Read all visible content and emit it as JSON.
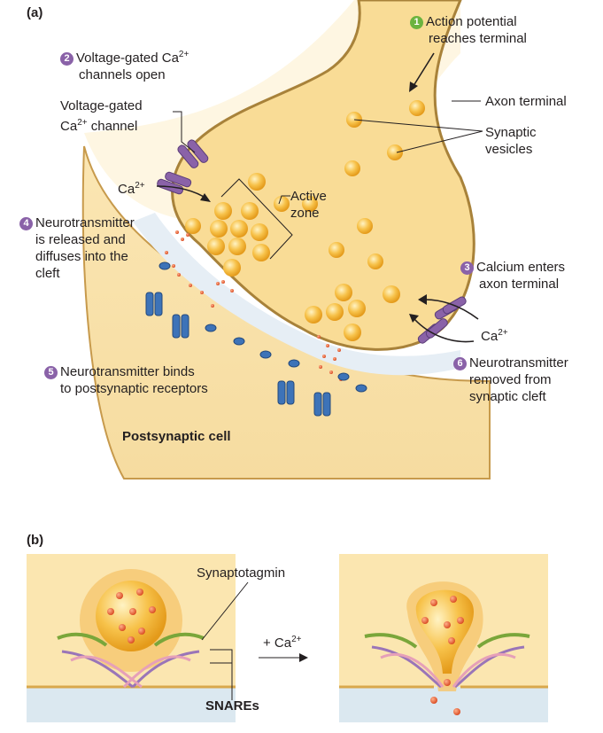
{
  "panel_a": {
    "panel_label": "(a)",
    "step1": {
      "num": "1",
      "line1": "Action potential",
      "line2": "reaches terminal"
    },
    "step2": {
      "num": "2",
      "line1_pre": "Voltage-gated Ca",
      "line1_sup": "2+",
      "line2": "channels open"
    },
    "channel_label": {
      "line1": "Voltage-gated",
      "line2_pre": "Ca",
      "line2_sup": "2+",
      "line2_post": " channel"
    },
    "axon_terminal": "Axon terminal",
    "synaptic_vesicles": {
      "line1": "Synaptic",
      "line2": "vesicles"
    },
    "ca_left": {
      "pre": "Ca",
      "sup": "2+"
    },
    "active_zone": {
      "line1": "Active",
      "line2": "zone"
    },
    "step4": {
      "num": "4",
      "line1": "Neurotransmitter",
      "line2": "is released and",
      "line3": "diffuses into the",
      "line4": "cleft"
    },
    "step3": {
      "num": "3",
      "line1": "Calcium enters",
      "line2": "axon terminal"
    },
    "ca_right": {
      "pre": "Ca",
      "sup": "2+"
    },
    "step5": {
      "num": "5",
      "line1": "Neurotransmitter binds",
      "line2": "to postsynaptic receptors"
    },
    "step6": {
      "num": "6",
      "line1": "Neurotransmitter",
      "line2": "removed from",
      "line3": "synaptic cleft"
    },
    "postsynaptic": "Postsynaptic cell"
  },
  "panel_b": {
    "panel_label": "(b)",
    "synaptotagmin": "Synaptotagmin",
    "plus_ca": {
      "pre": "+ Ca",
      "sup": "2+"
    },
    "snares": "SNAREs"
  },
  "colors": {
    "cytoplasm": "#fbe3a8",
    "membrane": "#a8823a",
    "vesicle": "#f5b52b",
    "neurotransmitter": "#e8613c",
    "channel": "#8a62a8",
    "receptor": "#3d73b8",
    "cleft": "#dbe8f0",
    "step_green": "#6cb33f",
    "step_purple": "#8a62a8"
  }
}
